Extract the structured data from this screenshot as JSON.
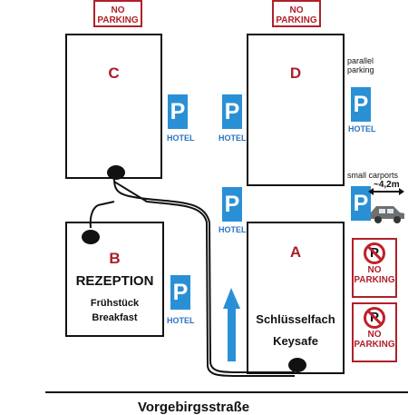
{
  "no_parking": {
    "line1": "NO",
    "line2": "PARKING",
    "glyph": "P"
  },
  "buildings": {
    "a": "A",
    "b": "B",
    "c": "C",
    "d": "D"
  },
  "reception": {
    "title": "REZEPTION",
    "line1": "Frühstück",
    "line2": "Breakfast"
  },
  "keysafe": {
    "line1": "Schlüsselfach",
    "line2": "Keysafe"
  },
  "parking": {
    "p": "P",
    "hotel": "HOTEL"
  },
  "notes": {
    "parallel": "parallel parking",
    "carports": "small carports",
    "width": "~4,2m"
  },
  "street": {
    "name": "Vorgebirgsstraße"
  },
  "colors": {
    "blue_sign": "#2a90d6",
    "red": "#b0202a",
    "walk_path": "#111111"
  }
}
